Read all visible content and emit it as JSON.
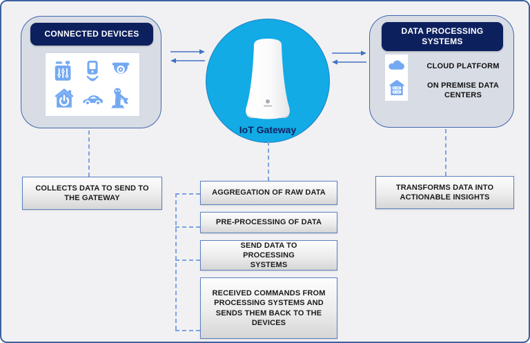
{
  "palette": {
    "background": "#f1f1f3",
    "outer_border": "#3c5fa0",
    "panel_fill": "#d8dce4",
    "panel_border": "#3e66ad",
    "header_navy": "#0d205e",
    "gateway_blue": "#12abe6",
    "icon_blue": "#74a9f2",
    "dashed_line_blue": "#7ba1e0",
    "arrow_blue": "#4370c4"
  },
  "connected_devices": {
    "title": "CONNECTED DEVICES",
    "icons": [
      "iot-controller-icon",
      "smart-sensor-icon",
      "security-camera-icon",
      "smart-home-icon",
      "connected-car-icon",
      "robotic-arm-icon"
    ],
    "note": "COLLECTS DATA TO SEND TO THE GATEWAY"
  },
  "gateway": {
    "label": "IoT Gateway",
    "functions": [
      "AGGREGATION OF RAW DATA",
      "PRE-PROCESSING OF DATA",
      "SEND DATA TO PROCESSING SYSTEMS",
      "RECEIVED COMMANDS FROM PROCESSING SYSTEMS AND SENDS THEM BACK TO THE DEVICES"
    ]
  },
  "data_processing": {
    "title": "DATA PROCESSING SYSTEMS",
    "items": [
      {
        "icon": "cloud-icon",
        "label": "CLOUD PLATFORM"
      },
      {
        "icon": "data-center-icon",
        "label": "ON PREMISE DATA CENTERS"
      }
    ],
    "note": "TRANSFORMS DATA INTO ACTIONABLE INSIGHTS"
  }
}
